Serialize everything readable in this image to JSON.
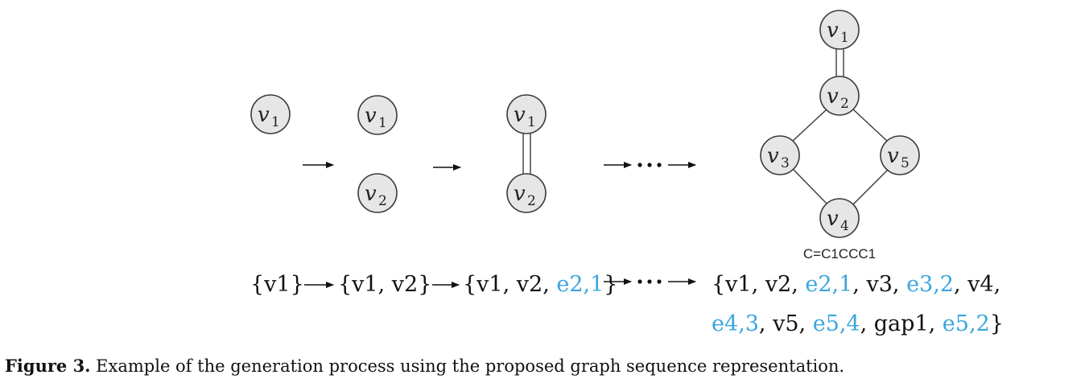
{
  "nodes": {
    "v1": {
      "base": "v",
      "sub": "1"
    },
    "v2": {
      "base": "v",
      "sub": "2"
    },
    "v3": {
      "base": "v",
      "sub": "3"
    },
    "v4": {
      "base": "v",
      "sub": "4"
    },
    "v5": {
      "base": "v",
      "sub": "5"
    }
  },
  "smiles": "C=C1CCC1",
  "sequences": {
    "step1": [
      "{v1}"
    ],
    "step2": [
      "{v1, v2}"
    ],
    "step3": [
      "{v1, v2, ",
      "e2,1",
      "}"
    ],
    "final_line1": [
      "{v1, v2, ",
      "e2,1",
      ", v3, ",
      "e3,2",
      ", v4,"
    ],
    "final_line2": [
      "e4,3",
      ", v5, ",
      "e5,4",
      ", gap1, ",
      "e5,2",
      "}"
    ]
  },
  "caption": {
    "label": "Figure 3.",
    "text": " Example of the generation process using the proposed graph sequence representation."
  },
  "colors": {
    "edge_token": "#3aa6dd",
    "node_fill": "#e6e6e6"
  }
}
